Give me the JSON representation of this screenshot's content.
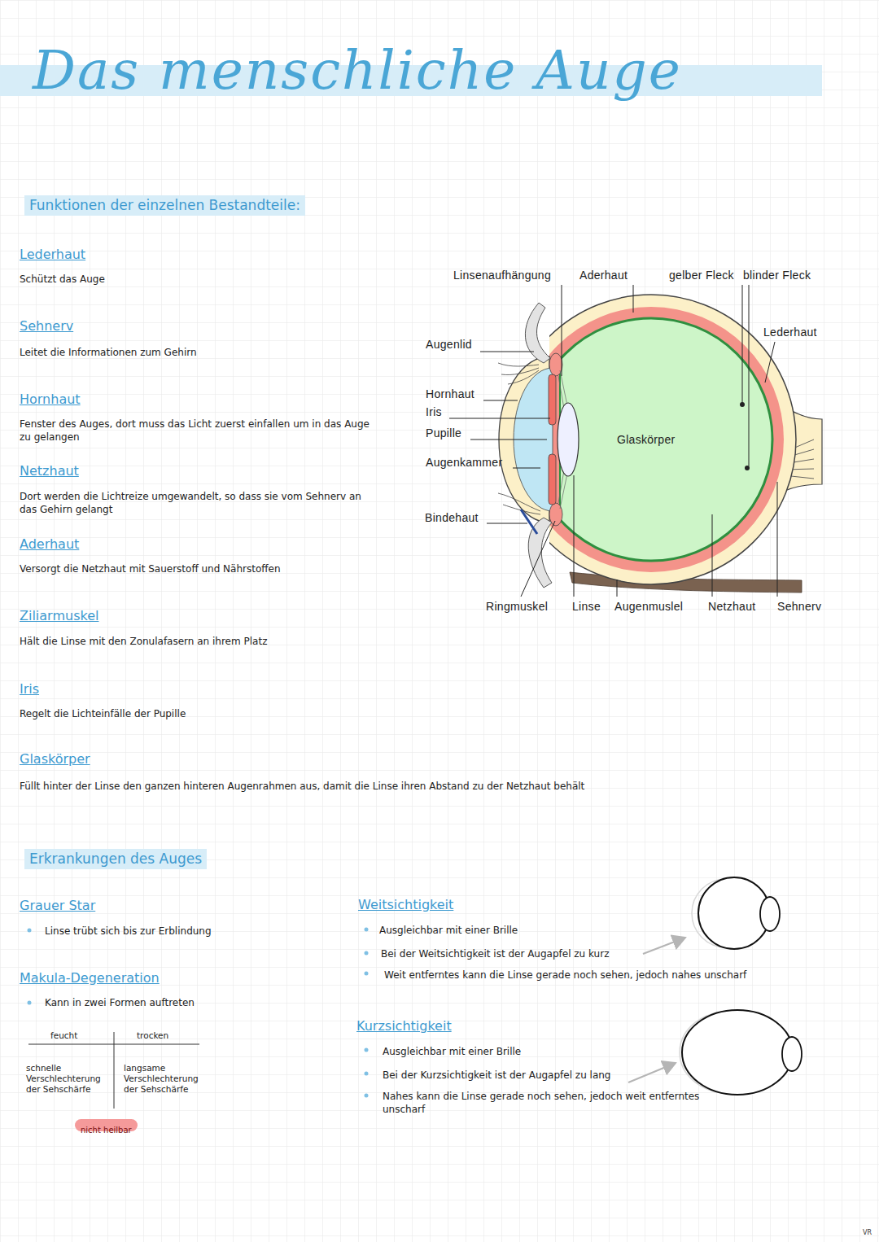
{
  "diagram": {
    "title": "Das menschliche Auge",
    "nodes": [
      {
        "text": [
          "nicht heilbar"
        ]
      }
    ],
    "labels": [
      "Funktionen der einzelnen Bestandteile:",
      "Lederhaut",
      "Schützt das Auge",
      "Sehnerv",
      "Leitet die Informationen zum Gehirn",
      "Hornhaut",
      "Fenster des Auges, dort muss das Licht zuerst einfallen um in das Auge zu gelangen",
      "Netzhaut",
      "Dort werden die Lichtreize umgewandelt, so dass sie vom Sehnerv an das Gehirn gelangt",
      "Aderhaut",
      "Versorgt die Netzhaut mit Sauerstoff und Nährstoffen",
      "Ziliarmuskel",
      "Hält die Linse mit den Zonulafasern an ihrem Platz",
      "Iris",
      "Regelt die Lichteinfälle der Pupille",
      "Glaskörper",
      "Füllt hinter der Linse den ganzen hinteren Augenrahmen aus, damit die Linse ihren Abstand zu der Netzhaut behält",
      "Linsenaufhängung",
      "Aderhaut",
      "gelber Fleck",
      "blinder Fleck",
      "Lederhaut",
      "Augenlid",
      "Hornhaut",
      "Iris",
      "Pupille",
      "Augenkammer",
      "Bindehaut",
      "Glaskörper",
      "Ringmuskel",
      "Linse",
      "Augenmuslel",
      "Netzhaut",
      "Sehnerv",
      "Erkrankungen des Auges",
      "Grauer Star",
      "Linse trübt sich bis zur Erblindung",
      "Makula-Degeneration",
      "Kann in zwei Formen auftreten",
      "feucht",
      "trocken",
      "schnelle Verschlechterung der Sehschärfe",
      "langsame Verschlechterung der Sehschärfe",
      "Weitsichtigkeit",
      "Ausgleichbar mit einer Brille",
      "Bei der Weitsichtigkeit ist der Augapfel zu kurz",
      "Weit entferntes kann die Linse gerade noch sehen, jedoch nahes unscharf",
      "Kurzsichtigkeit",
      "Ausgleichbar mit einer Brille",
      "Bei der Kurzsichtigkeit ist der Augapfel zu lang",
      "Nahes kann die Linse gerade noch sehen, jedoch weit entferntes unscharf",
      "VR"
    ]
  }
}
